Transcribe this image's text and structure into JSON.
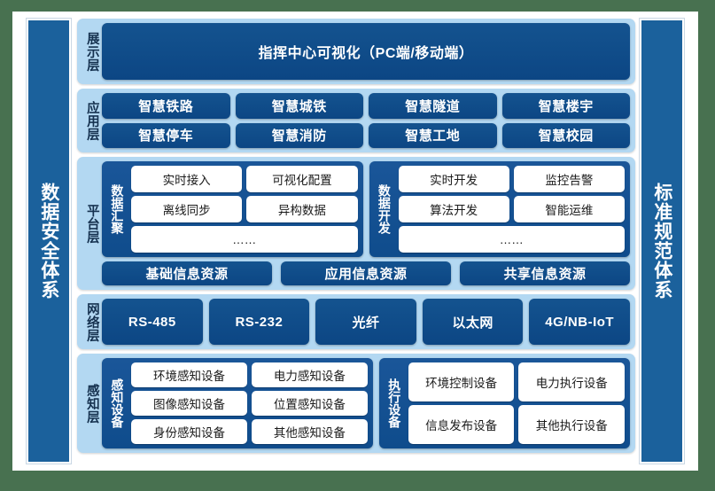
{
  "sides": {
    "left": {
      "name": "data-security-system",
      "text": "数据安全体系"
    },
    "right": {
      "name": "standard-specification-system",
      "text": "标准规范体系"
    }
  },
  "colors": {
    "page_background": "#487150",
    "panel_light_blue": "#b3d8f2",
    "box_dark_blue": "#0d4d91",
    "side_bar_blue": "#1b619c",
    "box_white": "#ffffff",
    "label_text": "#15314f"
  },
  "layers": [
    {
      "id": "display",
      "label": "展示层",
      "boxes": [
        "指挥中心可视化（PC端/移动端）"
      ]
    },
    {
      "id": "application",
      "label": "应用层",
      "rows": [
        [
          "智慧铁路",
          "智慧城铁",
          "智慧隧道",
          "智慧楼宇"
        ],
        [
          "智慧停车",
          "智慧消防",
          "智慧工地",
          "智慧校园"
        ]
      ]
    },
    {
      "id": "platform",
      "label": "平台层",
      "groups": [
        {
          "label": "数据汇聚",
          "rows": [
            [
              "实时接入",
              "可视化配置"
            ],
            [
              "离线同步",
              "异构数据"
            ],
            [
              "……"
            ]
          ]
        },
        {
          "label": "数据开发",
          "rows": [
            [
              "实时开发",
              "监控告警"
            ],
            [
              "算法开发",
              "智能运维"
            ],
            [
              "……"
            ]
          ]
        }
      ],
      "resources": [
        "基础信息资源",
        "应用信息资源",
        "共享信息资源"
      ]
    },
    {
      "id": "network",
      "label": "网络层",
      "rows": [
        [
          "RS-485",
          "RS-232",
          "光纤",
          "以太网",
          "4G/NB-IoT"
        ]
      ]
    },
    {
      "id": "perception",
      "label": "感知层",
      "groups": [
        {
          "label": "感知设备",
          "rows": [
            [
              "环境感知设备",
              "电力感知设备"
            ],
            [
              "图像感知设备",
              "位置感知设备"
            ],
            [
              "身份感知设备",
              "其他感知设备"
            ]
          ]
        },
        {
          "label": "执行设备",
          "rows": [
            [
              "环境控制设备",
              "电力执行设备"
            ],
            [
              "信息发布设备",
              "其他执行设备"
            ]
          ]
        }
      ]
    }
  ]
}
